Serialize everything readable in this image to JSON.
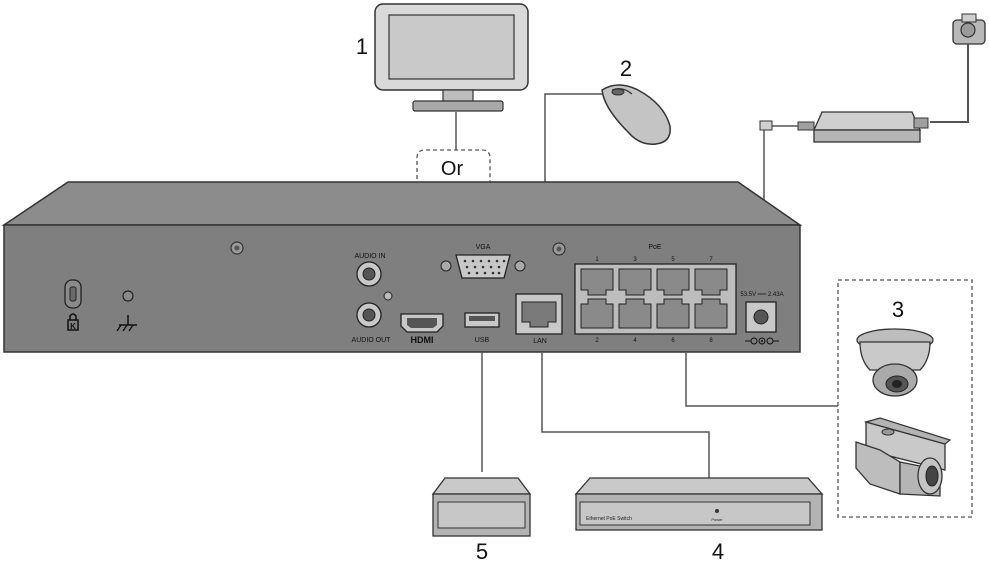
{
  "labels": {
    "monitor_num": "1",
    "mouse_num": "2",
    "cameras_num": "3",
    "switch_num": "4",
    "hdd_num": "5",
    "or_text": "Or"
  },
  "nvr_rear": {
    "audio_in": "AUDIO IN",
    "audio_out": "AUDIO OUT",
    "vga": "VGA",
    "hdmi": "HDMI",
    "usb": "USB",
    "lan": "LAN",
    "poe": "PoE",
    "poe_top_ports": [
      "1",
      "3",
      "5",
      "7"
    ],
    "poe_bottom_ports": [
      "2",
      "4",
      "6",
      "8"
    ],
    "power_rating": "53.5V ══ 2.43A"
  },
  "switch_label": "Ethernet PoE Switch",
  "switch_power_label": "Power",
  "colors": {
    "outline": "#333333",
    "nvr_body": "#7f7f7f",
    "nvr_top": "#8c8c8c",
    "device_fill": "#b3b3b3",
    "cable": "#555555",
    "dashed_box": "#555555"
  }
}
